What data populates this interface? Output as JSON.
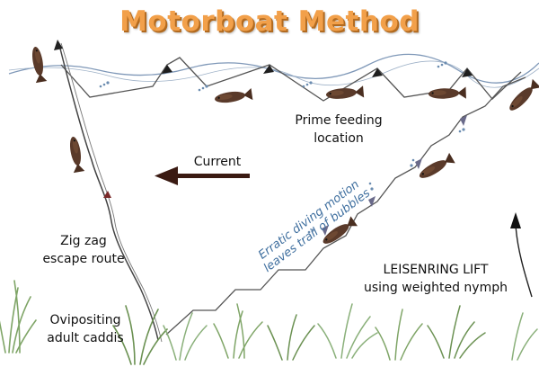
{
  "title": "Motorboat Method",
  "labels": {
    "prime_feeding": [
      "Prime feeding",
      "location"
    ],
    "current": "Current",
    "erratic_motion": [
      "Erratic diving motion",
      "leaves trail of bubbles"
    ],
    "zig_zag": [
      "Zig zag",
      "escape route"
    ],
    "leisenring": [
      "LEISENRING LIFT",
      "using weighted nymph"
    ],
    "ovipositing": [
      "Ovipositing",
      "adult caddis"
    ]
  },
  "colors": {
    "title": "#f2a04a",
    "water_line": "#5b7fa8",
    "path": "#333333",
    "current_arrow": "#3a1a12",
    "trout": "#5a3a2a",
    "grass": "#6f9a55",
    "bubble_text": "#3f6f9f"
  },
  "icons": [
    "trout-icon",
    "grass-icon",
    "arrow-icon",
    "bubble-icon"
  ]
}
